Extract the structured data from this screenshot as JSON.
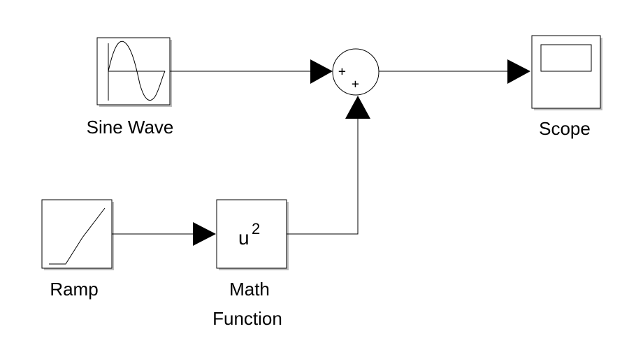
{
  "blocks": {
    "sine_wave": {
      "label": "Sine Wave"
    },
    "ramp": {
      "label": "Ramp"
    },
    "math_function": {
      "label_line1": "Math",
      "label_line2": "Function",
      "expr_base": "u",
      "expr_exp": "2"
    },
    "sum": {
      "sign1": "+",
      "sign2": "+"
    },
    "scope": {
      "label": "Scope"
    }
  }
}
